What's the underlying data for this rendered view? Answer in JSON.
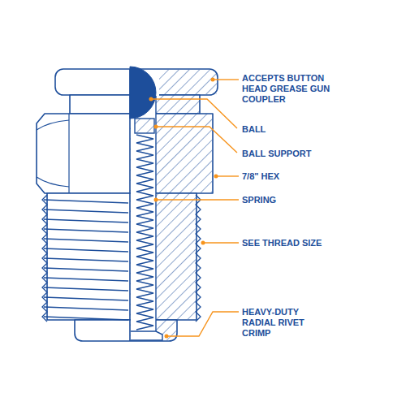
{
  "diagram": {
    "labels": [
      "ACCEPTS BUTTON HEAD GREASE GUN COUPLER",
      "BALL",
      "BALL SUPPORT",
      "7/8\" HEX",
      "SPRING",
      "SEE THREAD SIZE",
      "HEAVY-DUTY RADIAL RIVET CRIMP"
    ]
  }
}
